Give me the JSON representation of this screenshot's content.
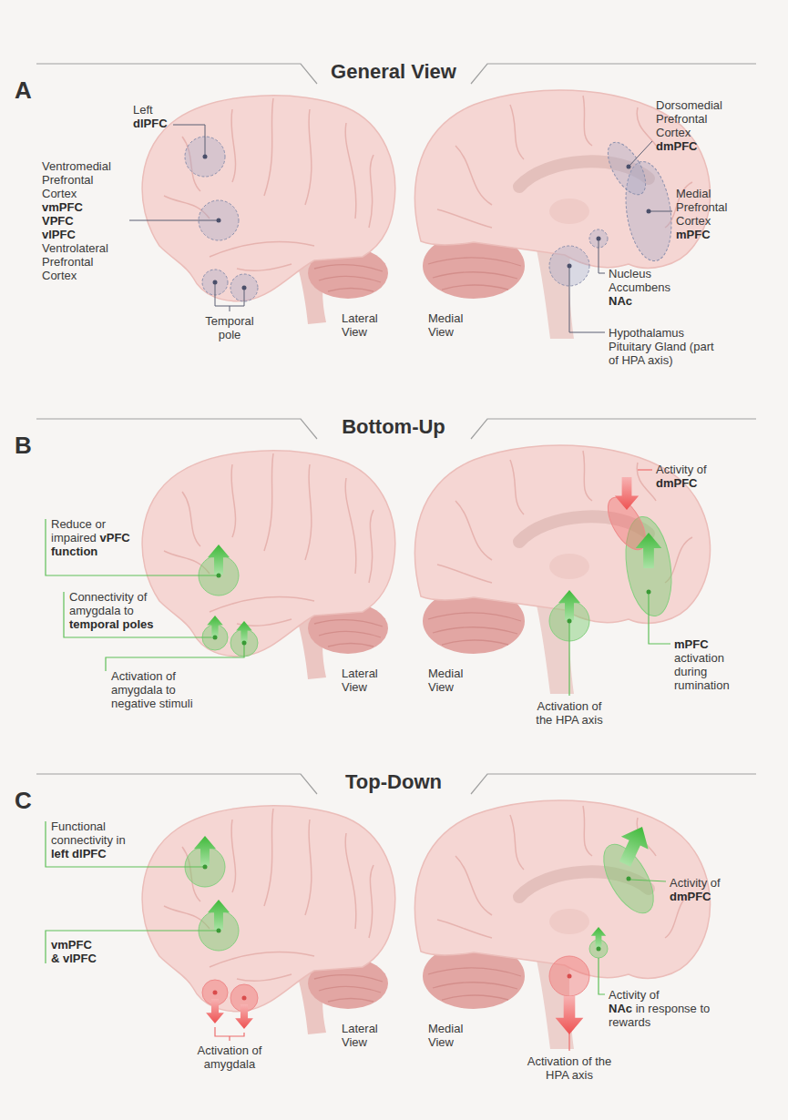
{
  "diagram": {
    "labels": [
      "A",
      "General View",
      "Left",
      "dlPFC",
      "Ventromedial Prefrontal Cortex",
      "vmPFC",
      "VPFC",
      "vlPFC",
      "Ventrolateral Prefrontal Cortex",
      "Temporal pole",
      "Lateral View",
      "Dorsomedial Prefrontal Cortex",
      "dmPFC",
      "Medial Prefrontal Cortex",
      "mPFC",
      "Medial View",
      "Nucleus Accumbens",
      "NAc",
      "Hypothalamus Pituitary Gland (part of HPA axis)",
      "B",
      "Bottom-Up",
      "Reduce or impaired",
      "vPFC function",
      "Connectivity of amygdala to",
      "temporal poles",
      "Activation of amygdala to negative stimuli",
      "Lateral View",
      "Activity of",
      "dmPFC",
      "Medial View",
      "Activation of the HPA axis",
      "mPFC",
      "activation during rumination",
      "C",
      "Top-Down",
      "Functional connectivity in",
      "left dlPFC",
      "vmPFC & vlPFC",
      "Activation of amygdala",
      "Lateral View",
      "Medial View",
      "Activity of",
      "dmPFC",
      "Activity of",
      "NAc",
      "in response to rewards",
      "Activation of the HPA axis"
    ]
  }
}
